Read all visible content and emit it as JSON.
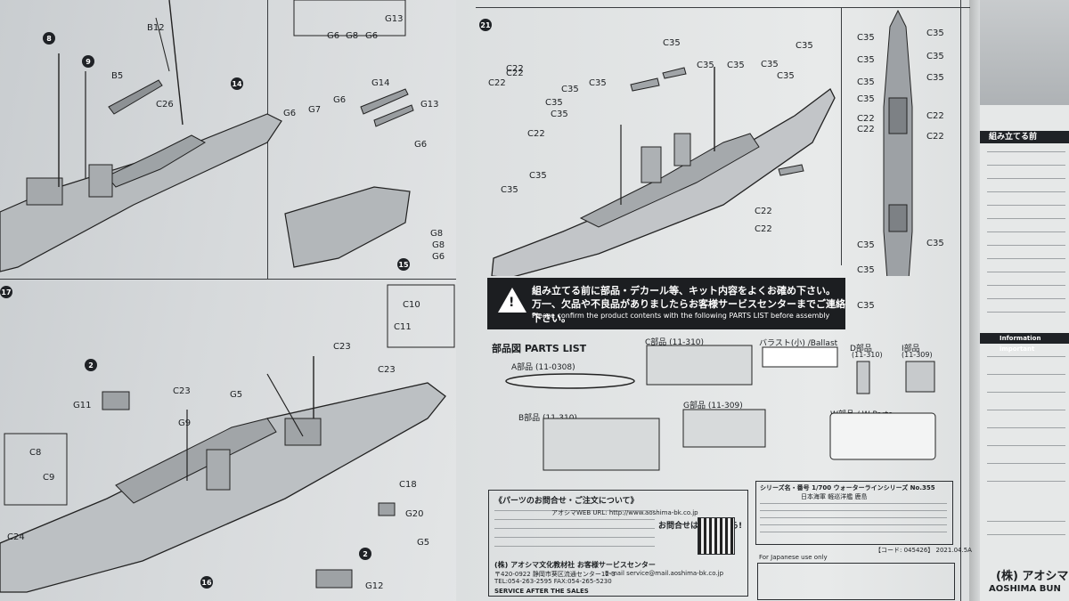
{
  "left_page": {
    "steps": [
      "14",
      "15",
      "16",
      "17",
      "8",
      "9",
      "2",
      "2"
    ],
    "part_labels": [
      "B12",
      "B5",
      "C26",
      "G13",
      "G6",
      "G8",
      "G6",
      "G14",
      "G13",
      "G6",
      "G7",
      "G6",
      "G6",
      "G8",
      "G6",
      "G8",
      "C10",
      "C11",
      "C23",
      "C23",
      "C23",
      "G5",
      "G11",
      "C8",
      "C9",
      "C24",
      "C18",
      "G20",
      "G5",
      "G12",
      "G9"
    ]
  },
  "right_page": {
    "step": "21",
    "part_labels": [
      "C22",
      "C22",
      "C35",
      "C35",
      "C35",
      "C35",
      "C35",
      "C35",
      "C35",
      "C35",
      "C35",
      "C35",
      "C22",
      "C22",
      "C35",
      "C22",
      "C22",
      "C35"
    ],
    "top_view_labels": [
      "C35",
      "C35",
      "C35",
      "C35",
      "C35",
      "C35",
      "C35",
      "C22",
      "C22",
      "C22",
      "C22",
      "C35",
      "C35",
      "C35",
      "C35"
    ],
    "warning": {
      "line1": "組み立てる前に部品・デカール等、キット内容をよくお確め下さい。",
      "line2": "万一、欠品や不良品がありましたらお客様サービスセンターまでご連絡下さい。",
      "line3": "Please confirm the product contents with the following PARTS LIST before assembly"
    },
    "parts_list": {
      "title": "部品図 PARTS LIST",
      "a": "A部品 (11-0308)",
      "b": "B部品 (11-310)",
      "c": "C部品 (11-310)",
      "g": "G部品 (11-309)",
      "ballast": "バラスト(小) /Ballast",
      "d": "D部品",
      "d_code": "(11-310)",
      "i": "I部品",
      "i_code": "(11-309)",
      "w": "W部品 / W Parts"
    },
    "service": {
      "title": "《パーツのお問合せ・ご注文について》",
      "company": "(株) アオシマ文化教材社 お客様サービスセンター",
      "address": "〒420-0922 静岡市葵区流通センター12-3",
      "tel": "TEL:054-263-2595 FAX:054-265-5230",
      "web": "E-mail service@mail.aoshima-bk.co.jp",
      "web_url": "アオシマWEB URL: http://www.aoshima-bk.co.jp",
      "footer": "SERVICE AFTER THE SALES",
      "order_button": "お問合せはコチラから!"
    },
    "series": {
      "header": "シリーズ名・番号 1/700 ウォーターラインシリーズ No.355",
      "product": "日本海軍 軽巡洋艦 鹿島",
      "japan_only": "For Japanese use only",
      "code": "【コード: 045426】 2021.04.5A"
    }
  },
  "right_panel": {
    "heading": "組み立てる前",
    "info_heading": "Information important",
    "brand": "(株) アオシマ",
    "brand_en": "AOSHIMA BUN"
  }
}
